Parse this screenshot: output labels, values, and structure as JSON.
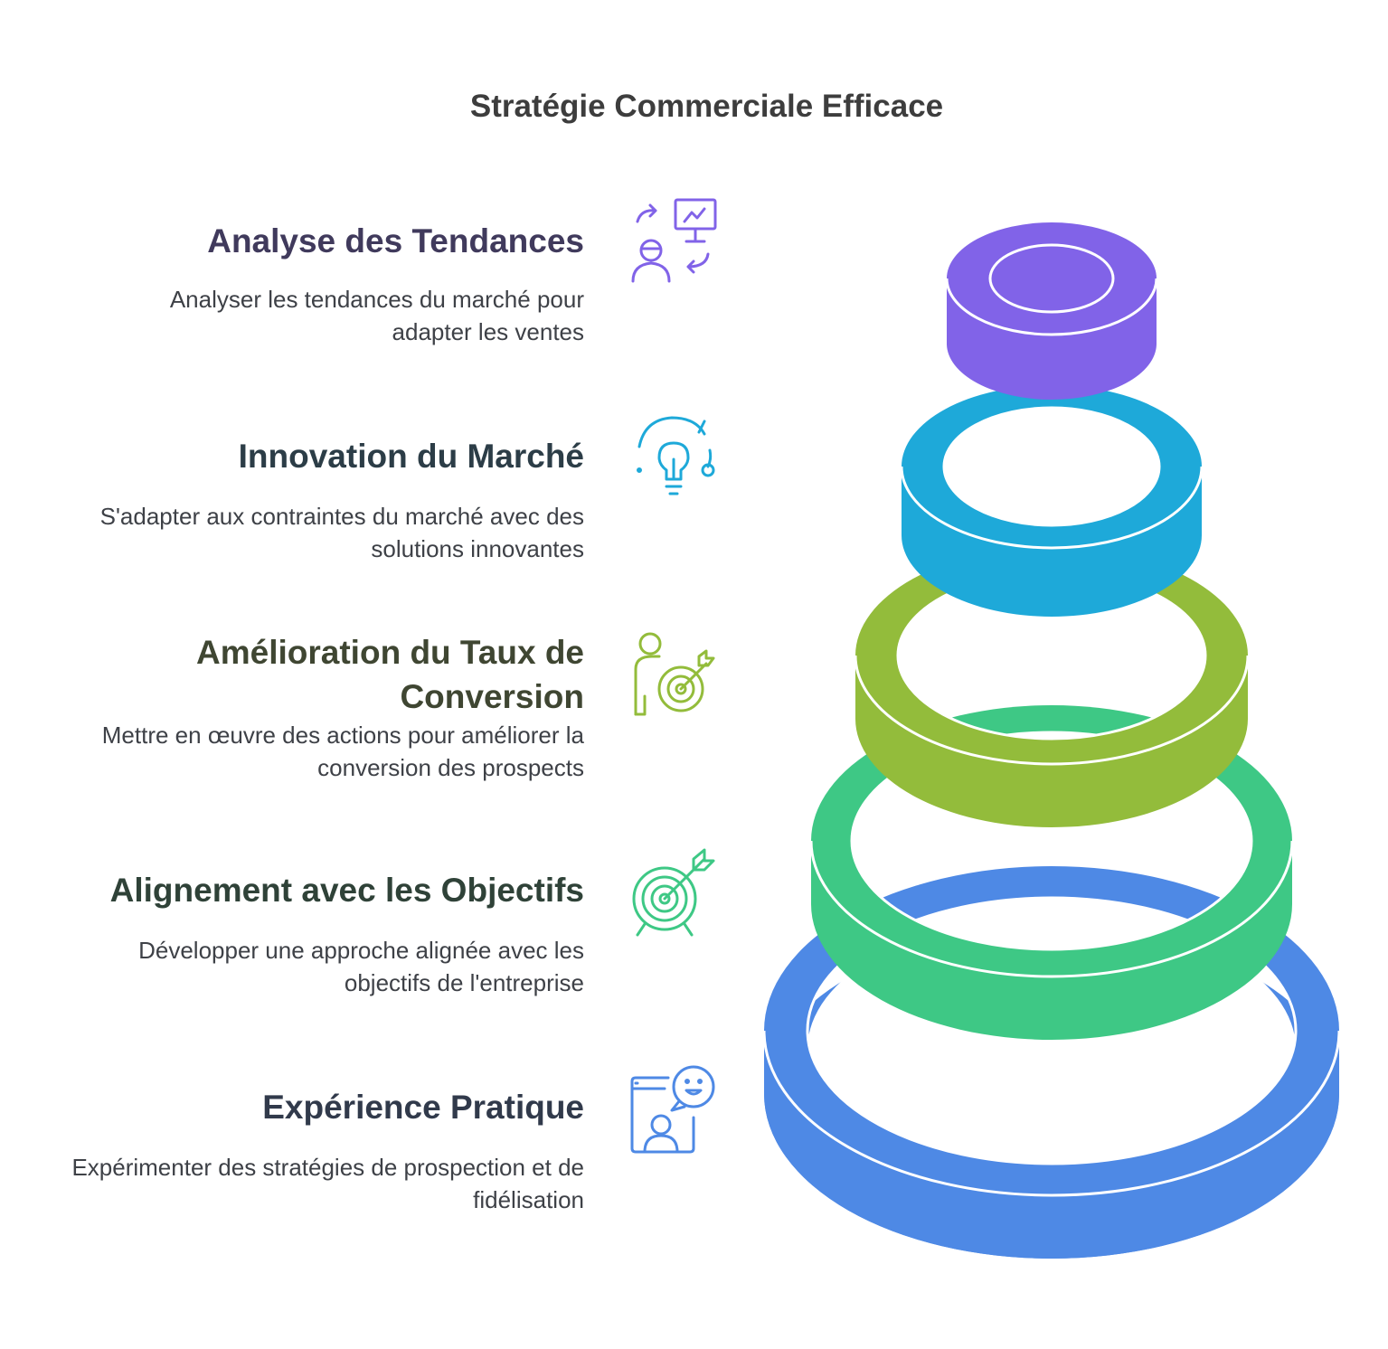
{
  "title": "Stratégie Commerciale Efficace",
  "items": [
    {
      "heading": "Analyse des Tendances",
      "description": "Analyser les tendances du marché pour adapter les ventes",
      "color": "#8163e8",
      "icon": "analytics-person-icon"
    },
    {
      "heading": "Innovation du Marché",
      "description": "S'adapter aux contraintes du marché avec des solutions innovantes",
      "color": "#1ea9d9",
      "icon": "lightbulb-icon"
    },
    {
      "heading": "Amélioration du Taux de Conversion",
      "description": "Mettre en œuvre des actions pour améliorer la conversion des prospects",
      "color": "#93bc3b",
      "icon": "person-target-icon"
    },
    {
      "heading": "Alignement avec les Objectifs",
      "description": "Développer une approche alignée avec les objectifs de l'entreprise",
      "color": "#3ec885",
      "icon": "target-arrow-icon"
    },
    {
      "heading": "Expérience Pratique",
      "description": "Expérimenter des stratégies de prospection et de fidélisation",
      "color": "#4e89e5",
      "icon": "customer-feedback-icon"
    }
  ],
  "heading_colors": [
    "#403a5c",
    "#2c3d47",
    "#3f4632",
    "#2f4238",
    "#313a4b"
  ]
}
